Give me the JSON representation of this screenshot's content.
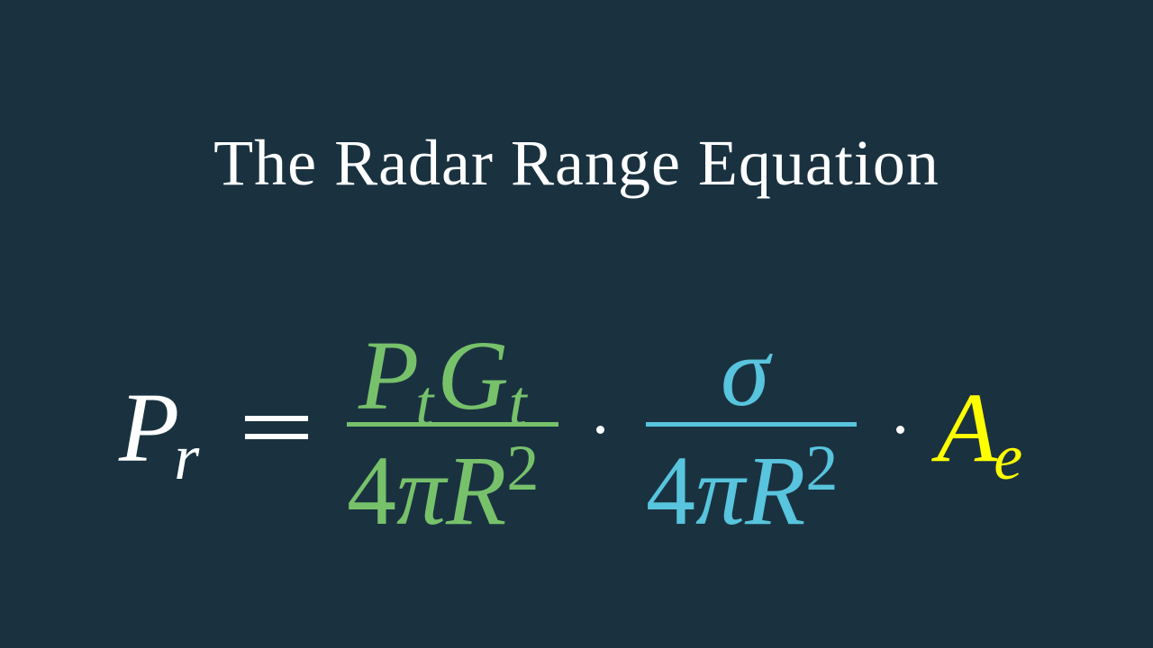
{
  "title": "The Radar Range Equation",
  "equation": {
    "lhs": {
      "symbol": "P",
      "subscript": "r",
      "color": "#ffffff"
    },
    "equals": "=",
    "term1": {
      "numerator": {
        "p": "P",
        "p_sub": "t",
        "g": "G",
        "g_sub": "t"
      },
      "denominator": {
        "coef": "4",
        "pi": "π",
        "r": "R",
        "exp": "2"
      },
      "color": "#77c16b"
    },
    "dot": "·",
    "term2": {
      "numerator": "σ",
      "denominator": {
        "coef": "4",
        "pi": "π",
        "r": "R",
        "exp": "2"
      },
      "color": "#58c4dd"
    },
    "term3": {
      "symbol": "A",
      "subscript": "e",
      "color": "#ffff00"
    }
  }
}
